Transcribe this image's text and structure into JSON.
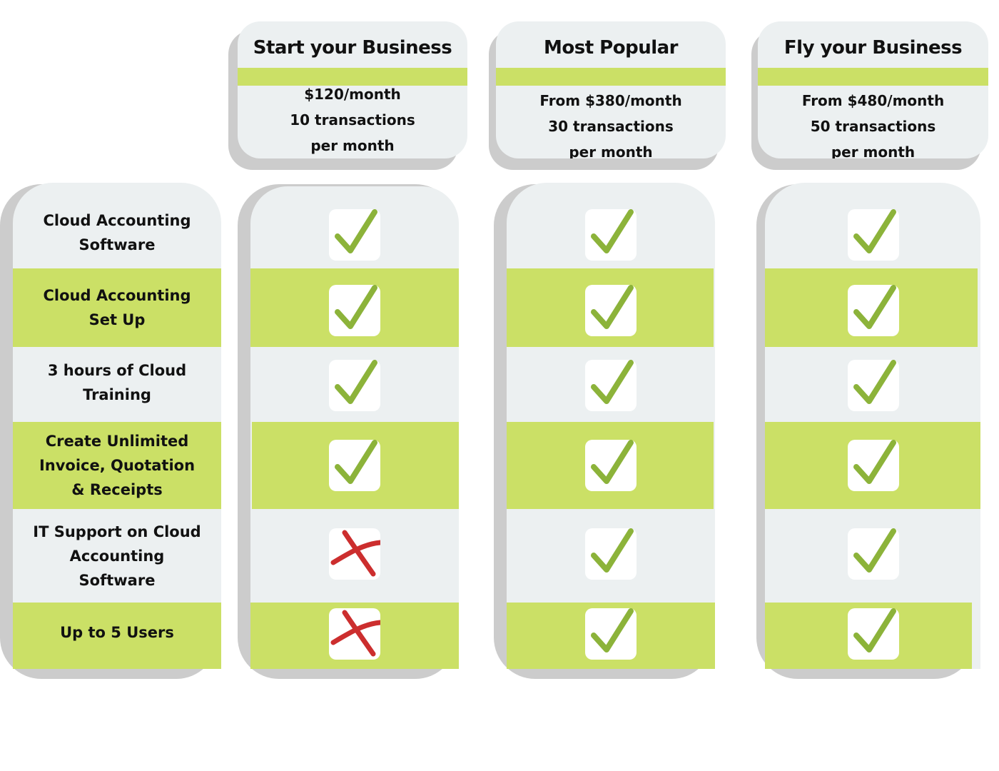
{
  "colors": {
    "accent_green": "#cbe066",
    "panel_gray": "#ecf0f1",
    "shadow_gray": "#cccccc",
    "check_green": "#8cb33a",
    "cross_red": "#cc2e2e"
  },
  "plans": [
    {
      "title": "Start your Business",
      "price_lines": [
        "$120/month",
        "10 transactions",
        "per month"
      ]
    },
    {
      "title": "Most Popular",
      "price_lines": [
        "From $380/month",
        "30 transactions",
        "per month"
      ]
    },
    {
      "title": "Fly your Business",
      "price_lines": [
        "From $480/month",
        "50 transactions",
        "per month"
      ]
    }
  ],
  "features": [
    {
      "label_lines": [
        "Cloud  Accounting",
        "Software"
      ],
      "included": [
        true,
        true,
        true
      ]
    },
    {
      "label_lines": [
        "Cloud Accounting",
        "Set Up"
      ],
      "included": [
        true,
        true,
        true
      ]
    },
    {
      "label_lines": [
        "3 hours of Cloud",
        "Training"
      ],
      "included": [
        true,
        true,
        true
      ]
    },
    {
      "label_lines": [
        "Create Unlimited",
        "Invoice, Quotation",
        "& Receipts"
      ],
      "included": [
        true,
        true,
        true
      ]
    },
    {
      "label_lines": [
        "IT Support on Cloud",
        "Accounting",
        "Software"
      ],
      "included": [
        false,
        true,
        true
      ]
    },
    {
      "label_lines": [
        "Up to 5 Users"
      ],
      "included": [
        false,
        true,
        true
      ]
    }
  ],
  "icons": {
    "included": "check-icon",
    "excluded": "cross-icon"
  }
}
